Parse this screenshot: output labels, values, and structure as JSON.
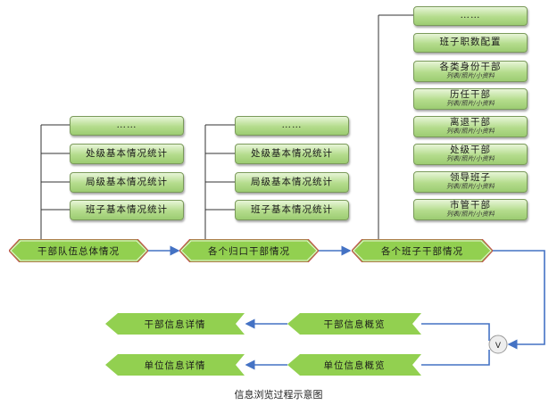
{
  "col1": {
    "items": [
      "……",
      "处级基本情况统计",
      "局级基本情况统计",
      "班子基本情况统计"
    ],
    "main": "干部队伍总体情况"
  },
  "col2": {
    "items": [
      "……",
      "处级基本情况统计",
      "局级基本情况统计",
      "班子基本情况统计"
    ],
    "main": "各个归口干部情况"
  },
  "col3": {
    "items": [
      {
        "title": "……",
        "sub": ""
      },
      {
        "title": "班子职数配置",
        "sub": ""
      },
      {
        "title": "各类身份干部",
        "sub": "列表/照片/小资料"
      },
      {
        "title": "历任干部",
        "sub": "列表/照片/小资料"
      },
      {
        "title": "离退干部",
        "sub": "列表/照片/小资料"
      },
      {
        "title": "处级干部",
        "sub": "列表/照片/小资料"
      },
      {
        "title": "领导班子",
        "sub": "列表/照片/小资料"
      },
      {
        "title": "市管干部",
        "sub": "列表/照片/小资料"
      }
    ],
    "main": "各个班子干部情况"
  },
  "bottom": {
    "overview": "干部信息概览",
    "detail": "干部信息详情",
    "unit_overview": "单位信息概览",
    "unit_detail": "单位信息详情",
    "join_symbol": "V"
  },
  "caption": "信息浏览过程示意图",
  "colors": {
    "accent_line": "#4472c4",
    "box_green": "#9ccc72",
    "tag_fill": "#92d050",
    "tag_edge": "#c0504d"
  }
}
